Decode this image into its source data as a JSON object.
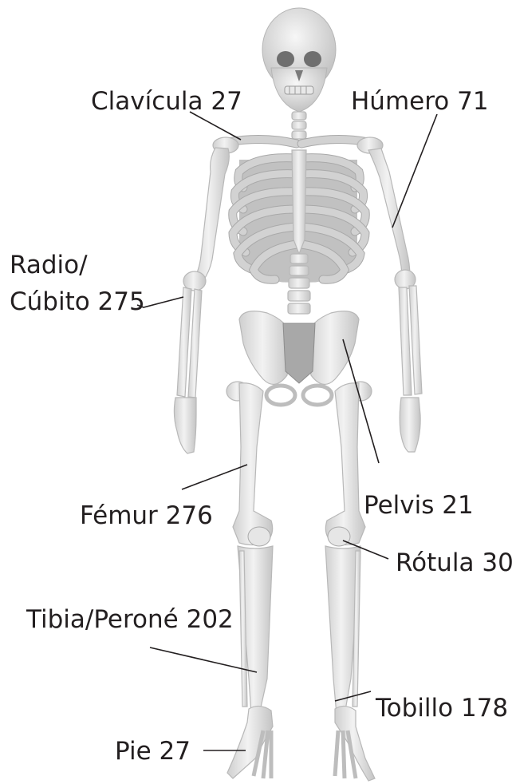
{
  "labels": {
    "clavicula": "Clavícula 27",
    "humero": "Húmero 71",
    "radio_line1": "Radio/",
    "radio_line2": "Cúbito 275",
    "femur": "Fémur 276",
    "pelvis": "Pelvis 21",
    "rotula": "Rótula 30",
    "tibia": "Tibia/Peroné 202",
    "tobillo": "Tobillo 178",
    "pie": "Pie 27"
  }
}
